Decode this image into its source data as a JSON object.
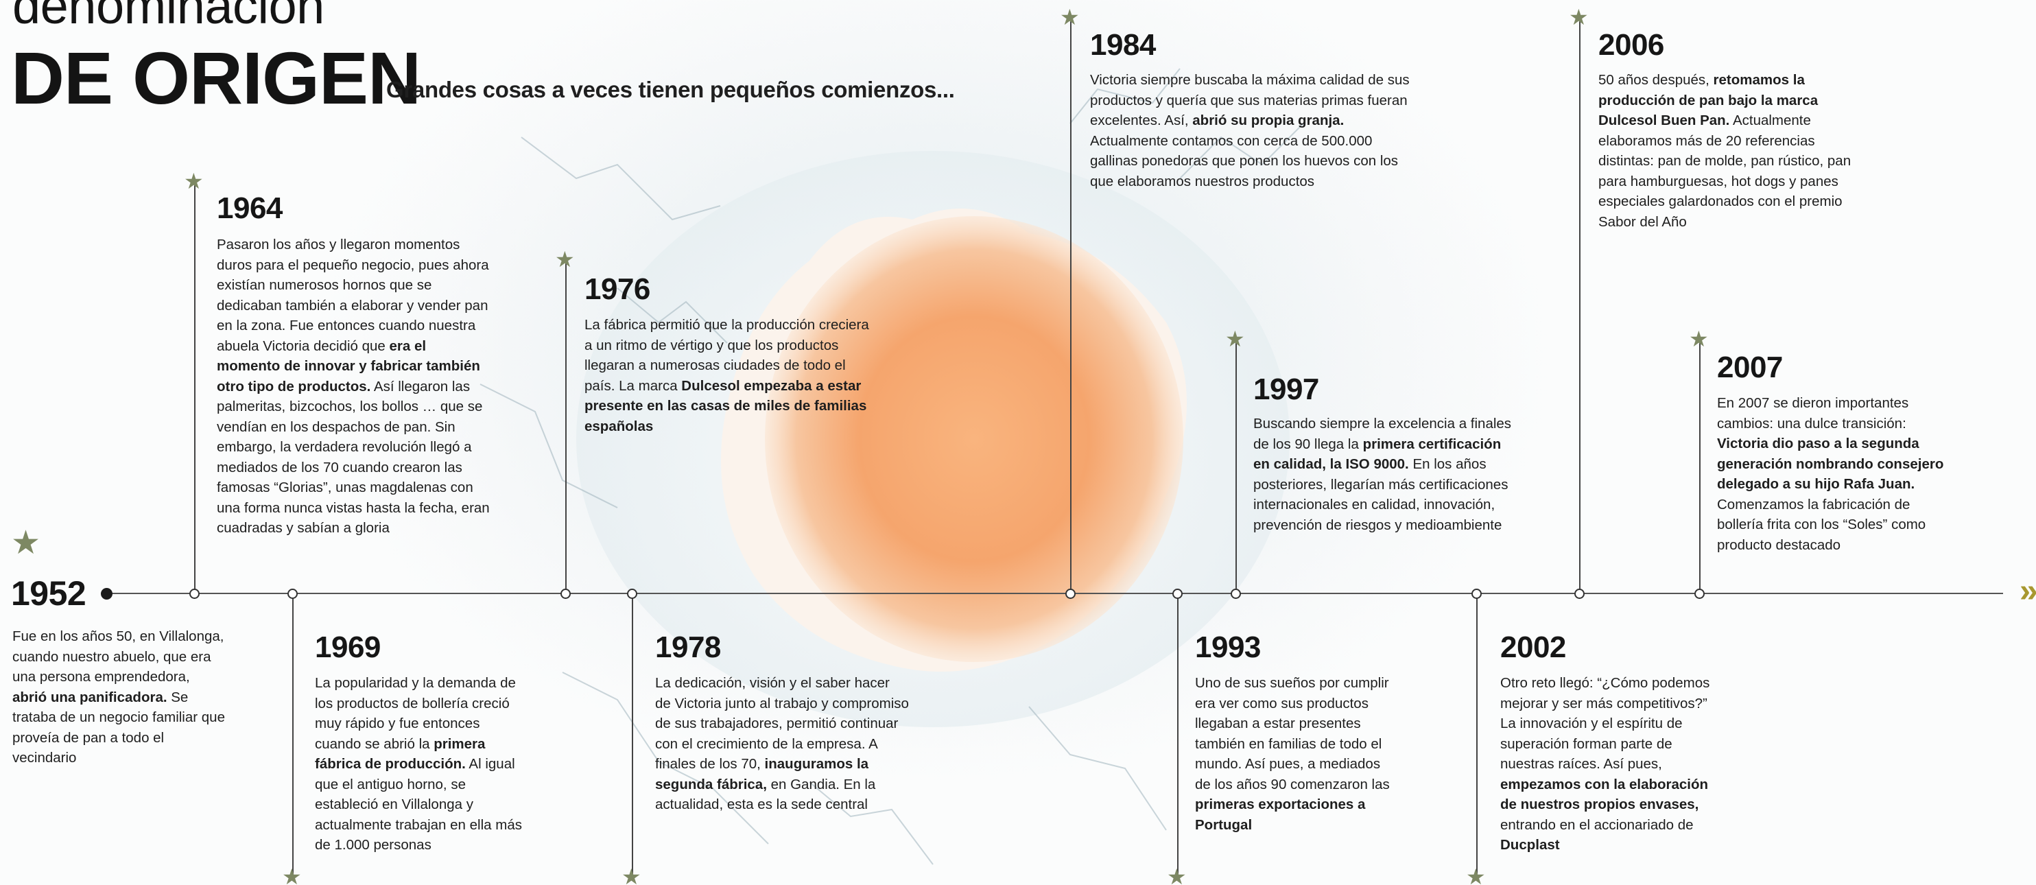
{
  "header": {
    "title_line1": "denominación",
    "title_line2": "DE ORIGEN",
    "subtitle": "Grandes cosas a veces tienen pequeños comienzos..."
  },
  "colors": {
    "star": "#7d8863",
    "arrow": "#a89830",
    "axis": "#555555",
    "egg_yolk": "#f5a56d"
  },
  "events": {
    "e1952": {
      "year": "1952",
      "parts": [
        "Fue en los años 50, en Villalonga, cuando nuestro abuelo, que era una persona emprendedora, ",
        "abrió una panificadora.",
        " Se trataba de un negocio familiar que proveía de pan a todo el vecindario"
      ]
    },
    "e1964": {
      "year": "1964",
      "parts": [
        "Pasaron los años y llegaron momentos duros para el pequeño negocio, pues ahora existían numerosos hornos que se dedicaban también a elaborar y vender pan en la zona. Fue entonces cuando nuestra abuela Victoria decidió que ",
        "era el momento de innovar y fabricar también otro tipo de productos.",
        " Así llegaron las palmeritas, bizcochos, los bollos … que se vendían en los despachos de pan. Sin embargo, la verdadera revolución llegó a mediados de los 70 cuando crearon las famosas “Glorias”, unas magdalenas con una forma nunca vistas hasta la fecha, eran cuadradas y sabían a gloria"
      ]
    },
    "e1969": {
      "year": "1969",
      "parts": [
        "La popularidad y la demanda de los productos de bollería creció muy rápido y fue entonces cuando se abrió la ",
        "primera fábrica de producción.",
        " Al igual que el antiguo horno, se estableció en Villalonga y actualmente trabajan en ella más de 1.000 personas"
      ]
    },
    "e1976": {
      "year": "1976",
      "parts": [
        "La fábrica permitió que la producción creciera a un ritmo de vértigo y que los productos llegaran a numerosas ciudades de todo el país. La marca ",
        "Dulcesol empezaba a estar presente en las casas de miles de familias españolas",
        ""
      ]
    },
    "e1978": {
      "year": "1978",
      "parts": [
        "La dedicación, visión y el saber hacer de Victoria junto al trabajo y compromiso de sus trabajadores, permitió continuar con el crecimiento de la empresa. A finales de los 70, ",
        "inauguramos la segunda fábrica,",
        " en Gandia. En la actualidad, esta es la sede central"
      ]
    },
    "e1984": {
      "year": "1984",
      "parts": [
        "Victoria siempre buscaba la máxima calidad de sus productos y quería que sus materias primas fueran excelentes. Así, ",
        "abrió su propia granja.",
        " Actualmente contamos con cerca de 500.000 gallinas ponedoras que ponen los huevos con los que elaboramos nuestros productos"
      ]
    },
    "e1993": {
      "year": "1993",
      "parts": [
        "Uno de sus sueños por cumplir era ver como sus productos llegaban a estar presentes también en familias de todo el mundo. Así pues, a mediados de los años 90 comenzaron las ",
        "primeras exportaciones a Portugal",
        ""
      ]
    },
    "e1997": {
      "year": "1997",
      "parts": [
        "Buscando siempre la excelencia a finales de los 90 llega la ",
        "primera certificación en calidad, la ISO 9000.",
        " En los años posteriores, llegarían más certificaciones internacionales en calidad, innovación, prevención de riesgos y medioambiente"
      ]
    },
    "e2002": {
      "year": "2002",
      "parts": [
        "Otro reto llegó: “¿Cómo podemos mejorar y ser más competitivos?” La innovación y el espíritu de superación forman parte de nuestras raíces. Así pues, ",
        "empezamos con la elaboración de nuestros propios envases,",
        " entrando en el accionariado de ",
        "Ducplast",
        ""
      ]
    },
    "e2006": {
      "year": "2006",
      "parts": [
        "50 años después, ",
        "retomamos la producción de pan bajo la marca Dulcesol Buen Pan.",
        " Actualmente elaboramos más de 20 referencias distintas: pan de molde, pan rústico, pan para hamburguesas, hot dogs y panes especiales galardonados con el premio Sabor del Año"
      ]
    },
    "e2007": {
      "year": "2007",
      "parts": [
        "En 2007 se dieron importantes cambios: una dulce transición: ",
        "Victoria dio paso a la segunda generación nombrando consejero delegado a su hijo Rafa Juan.",
        " Comenzamos la fabricación de bollería frita con los “Soles” como producto destacado"
      ]
    }
  },
  "icons": {
    "milestone": "star-icon",
    "next": "double-chevron-right-icon"
  }
}
